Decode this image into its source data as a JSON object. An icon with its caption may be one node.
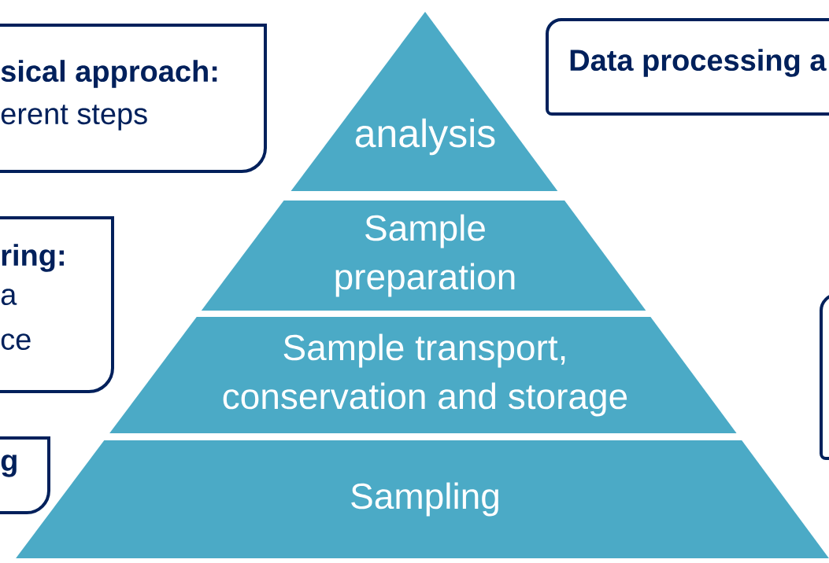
{
  "diagram": {
    "nodes": [
      {
        "text": [
          "sical approach:",
          "erent steps"
        ]
      },
      {
        "text": [
          "ring:",
          "a ce"
        ]
      },
      {
        "text": [
          "g"
        ]
      },
      {
        "text": [
          "Data processing a"
        ]
      },
      {
        "text": [],
        "shape": "box"
      },
      {
        "text": [
          "analysis"
        ]
      },
      {
        "text": [
          "Sample preparation"
        ]
      },
      {
        "text": [
          "Sample transport, conservation and storage"
        ]
      },
      {
        "text": [
          "Sampling"
        ]
      }
    ],
    "edges": []
  }
}
